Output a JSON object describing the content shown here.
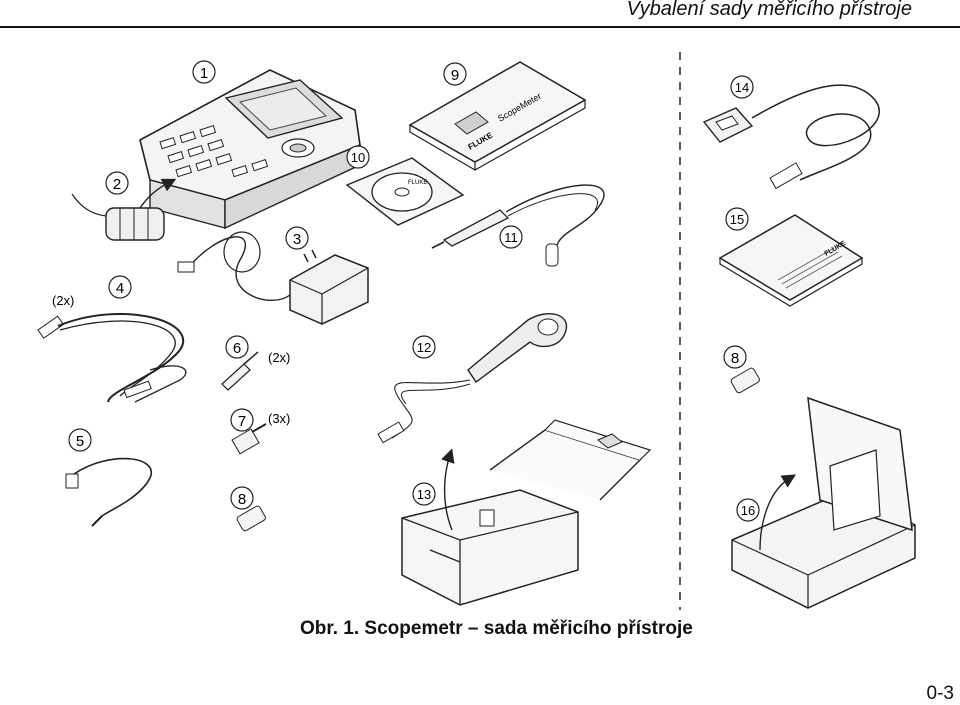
{
  "header": {
    "title": "Vybalení sady měřicího přístroje"
  },
  "figure": {
    "callouts": {
      "n1": "1",
      "n2": "2",
      "n3": "3",
      "n4": "4",
      "n5": "5",
      "n6": "6",
      "n7": "7",
      "n8a": "8",
      "n8b": "8",
      "n9": "9",
      "n10": "10",
      "n11": "11",
      "n12": "12",
      "n13": "13",
      "n14": "14",
      "n15": "15",
      "n16": "16"
    },
    "quantities": {
      "q4": "(2x)",
      "q6": "(2x)",
      "q7": "(3x)"
    },
    "product_texts": {
      "manual_brand": "FLUKE",
      "manual_title": "ScopeMeter",
      "cd_brand": "FLUKE",
      "box_brand": "FLUKE"
    }
  },
  "caption": {
    "label": "Obr. 1.",
    "text": "Scopemetr – sada měřicího přístroje"
  },
  "footer": {
    "page": "0-3"
  }
}
